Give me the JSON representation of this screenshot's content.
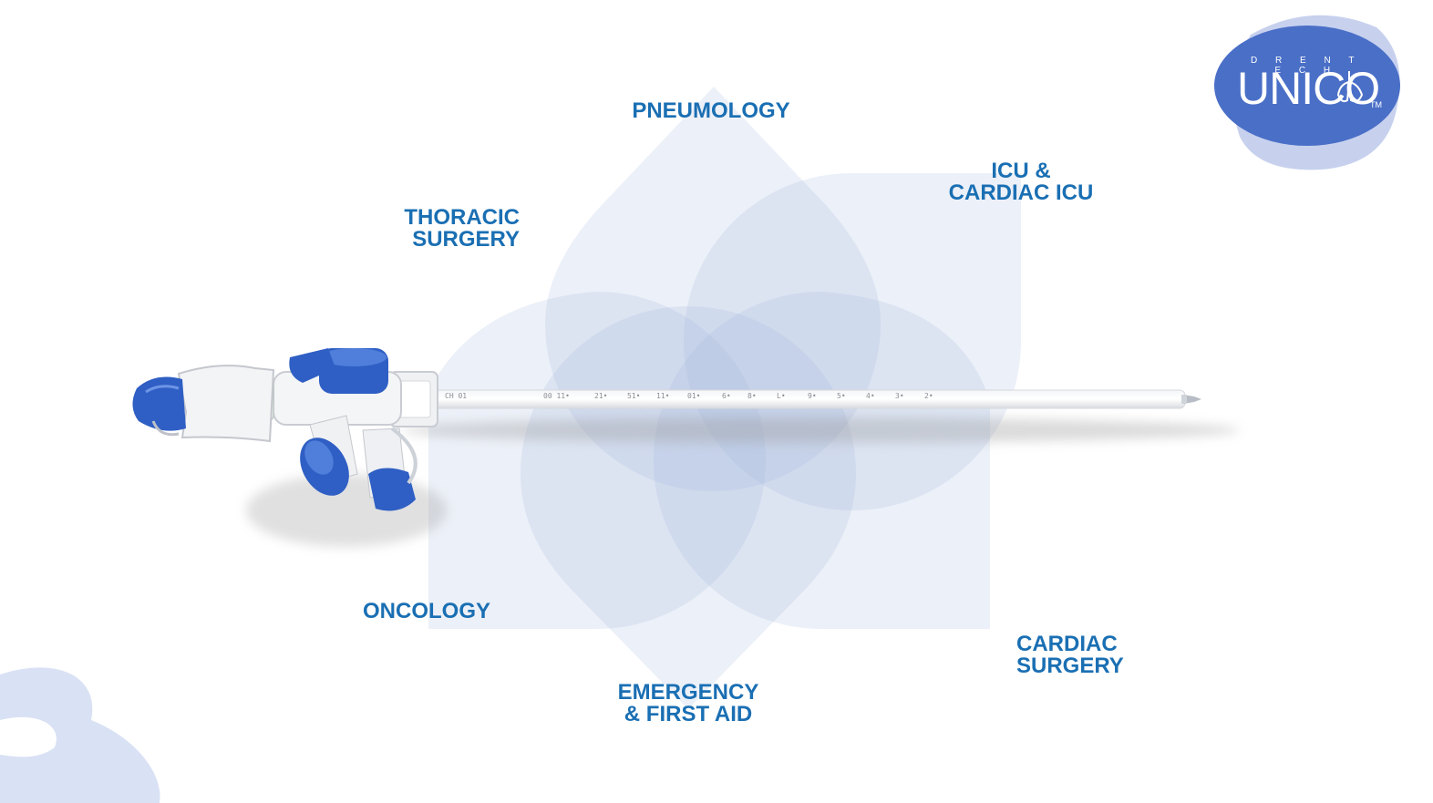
{
  "brand": {
    "top_line": "D R E N T E C H",
    "name": "UNICO",
    "trademark": "TM",
    "color": "#4a6fc7"
  },
  "specialties": {
    "pneumology": [
      "PNEUMOLOGY"
    ],
    "icu": [
      "ICU &",
      "CARDIAC ICU"
    ],
    "thoracic": [
      "THORACIC",
      "SURGERY"
    ],
    "oncology": [
      "ONCOLOGY"
    ],
    "emergency": [
      "EMERGENCY",
      "& FIRST AID"
    ],
    "cardiac": [
      "CARDIAC",
      "SURGERY"
    ]
  },
  "colors": {
    "label": "#1a6fb3",
    "petal": "#9fb3dc",
    "device_blue": "#2f5fc4",
    "decor": "#c9d4ef"
  }
}
